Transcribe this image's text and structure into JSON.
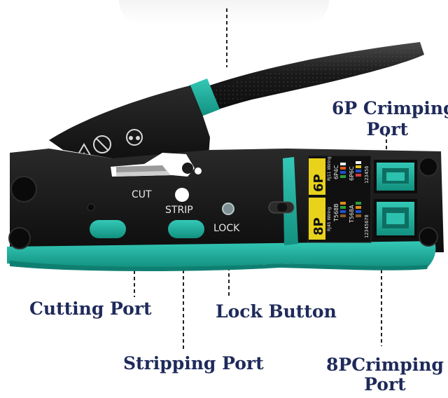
{
  "tool_labels": {
    "cut": "CUT",
    "strip": "STRIP",
    "lock": "LOCK",
    "six_p": "6P",
    "six_p_wiring": "RJ11 Wiring",
    "six_p_4c": "6P4C",
    "six_p_6c": "6P6C",
    "six_p_pins": "123456",
    "eight_p": "8P",
    "eight_p_wiring": "RJ45 Wiring",
    "t568b": "T568B",
    "t568a": "T568A",
    "eight_p_pins": "12345678"
  },
  "callouts": {
    "six_p_crimping_line1": "6P Crimping",
    "six_p_crimping_line2": "Port",
    "cutting_port": "Cutting Port",
    "lock_button": "Lock Button",
    "stripping_port": "Stripping Port",
    "eight_p_crimping_line1": "8PCrimping",
    "eight_p_crimping_line2": "Port"
  },
  "colors": {
    "teal": "#1fb3a2",
    "tool_black": "#161616",
    "label_navy": "#1e2a5a",
    "panel_yellow": "#e8d21c"
  }
}
